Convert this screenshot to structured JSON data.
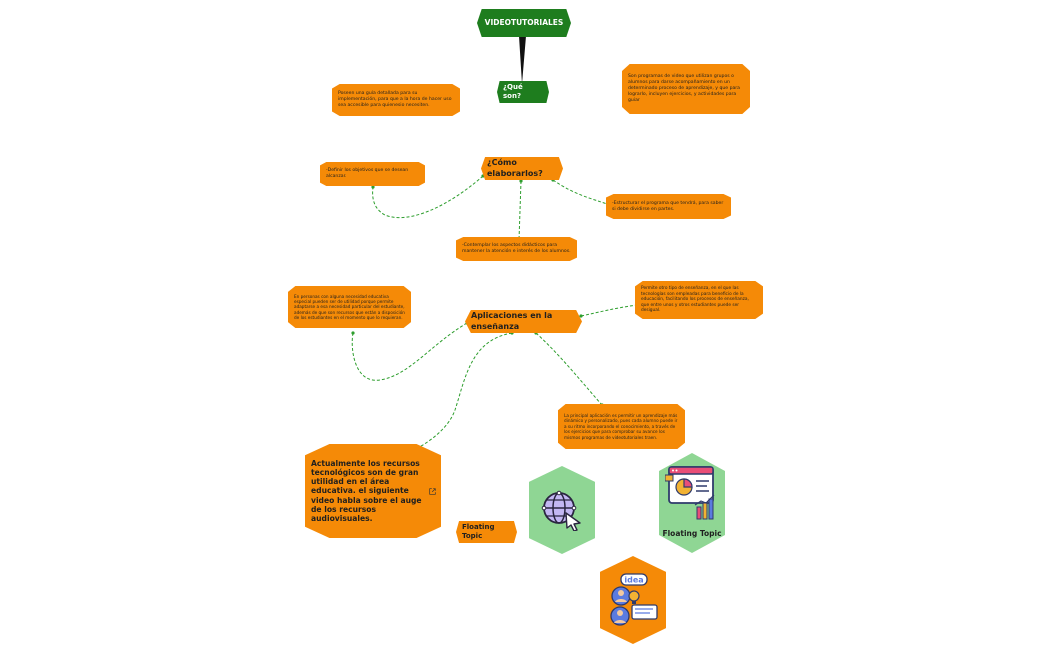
{
  "title": "VIDEOTUTORIALES",
  "que_son": {
    "label": "¿Qué son?",
    "left_note": "Poseen una guía detallada para su implementación, para que a la hora de hacer uso sea accesible para quienesio necesiten.",
    "right_note": "Son programas de video que  utilizan grupos o alumnos para darse acompañamiento en un determinado proceso de aprendizaje, y que para lograrlo, incluyen ejercicios, y actividades para guiar"
  },
  "como": {
    "label": "¿Cómo elaborarlos?",
    "left_note": "-Definir los objetivos que se desean alcanzar.",
    "right_note": "-Estructurar el programa que tendrá, para saber si debe dividirse en partes.",
    "bottom_note": "-Contemplar los aspectos didácticos para mantener la atención e interés de los alumnos."
  },
  "aplicaciones": {
    "label": "Aplicaciones en la enseñanza",
    "left_note": "En personas con alguna necesidad educativa especial pueden ser de utilidad porque permite adaptarse a esa necesidad particular del estudiante, además de que son recursos que están a disposición de los estudiantes en el momento que lo requieran.",
    "right_note": "Permite otro tipo de enseñanza, en el que las tecnologías son empleadas para beneficio de la educación, facilitando los procesos de enseñanza, que entre unos y otros estudiantes puede ser desigual.",
    "bottom_note": "La principal aplicación es permitir un aprendizaje más dinámico y personalizado, pues cada alumno puede ir a su ritmo incorporando el conocimiento, a través de los ejercicios que para comprobar su avance los mismos programas de videotutoriales traen."
  },
  "big_note": "Actualmente los recursos tecnológicos son de gran utilidad en el área educativa. el siguiente video habla sobre el auge de los recursos audiovisuales.",
  "floating_topic_1": "Floating Topic",
  "floating_topic_2": "Floating Topic",
  "colors": {
    "orange": "#f58a07",
    "dark_green": "#1e7d1e",
    "light_green": "#8fd694",
    "connector": "#2e9e2e"
  },
  "icons": [
    "globe-cursor-icon",
    "presentation-chart-icon",
    "idea-bulb-icon",
    "external-link-icon"
  ]
}
